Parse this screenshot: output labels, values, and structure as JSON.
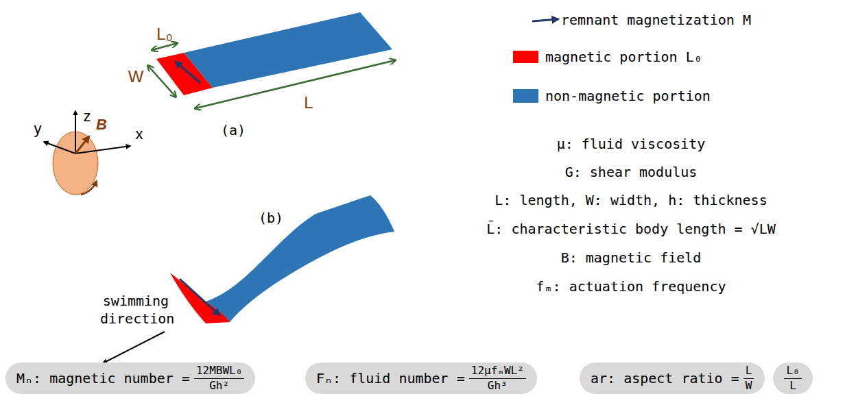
{
  "diagram": {
    "nodes": [
      {
        "text": [
          "Mₙ: magnetic number =",
          "12MBWL₀",
          "Gh²"
        ]
      },
      {
        "text": [
          "Fₙ: fluid number =",
          "12μfₘWL²",
          "Gh³"
        ]
      },
      {
        "text": [
          "ar: aspect ratio =",
          "L",
          "W"
        ]
      },
      {
        "text": [
          "L₀",
          "L"
        ]
      }
    ],
    "labels": [
      "L₀",
      "W",
      "L",
      "(a)",
      "z",
      "y",
      "x",
      "B",
      "(b)",
      "swimming direction",
      "μ: fluid viscosity",
      "G: shear modulus",
      "L: length, W: width, h: thickness",
      "L̄: characteristic body length = √LW",
      "B: magnetic field",
      "fₘ: actuation frequency"
    ],
    "legend": [
      {
        "text": "remnant magnetization M"
      },
      {
        "text": "magnetic portion L₀",
        "color": "#ff0000"
      },
      {
        "text": "non-magnetic portion",
        "color": "#2e75b6"
      }
    ]
  }
}
